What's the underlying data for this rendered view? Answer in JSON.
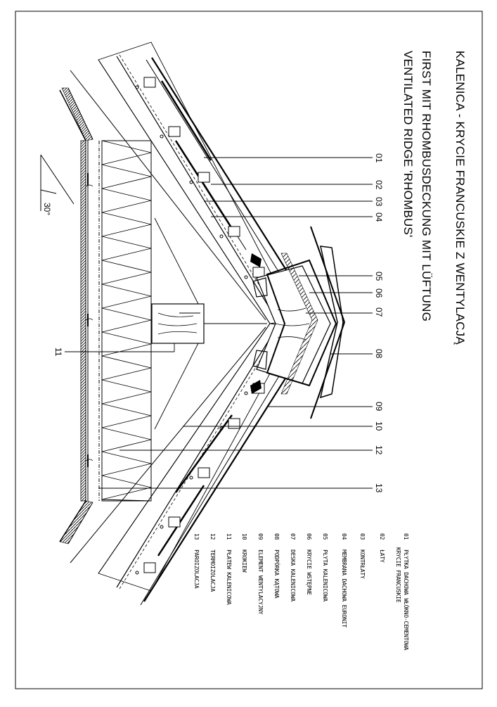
{
  "titles": [
    "KALENICA - KRYCIE FRANCUSKIE  Z WENTYLACJĄ",
    "FIRST MIT RHOMBUSDECKUNG MIT LÜFTUNG",
    "VENTILATED RIDGE 'RHOMBUS'"
  ],
  "angle_label": "30°",
  "callouts": [
    "01",
    "02",
    "03",
    "04",
    "05",
    "06",
    "07",
    "08",
    "09",
    "10",
    "11",
    "12",
    "13"
  ],
  "legend": [
    {
      "num": "01",
      "text": "PŁYTKA DACHOWA WŁÓKNO-CEMENTOWA",
      "text2": "KRYCIE FRANCUSKIE"
    },
    {
      "num": "02",
      "text": "ŁATY"
    },
    {
      "num": "03",
      "text": "KONTRŁATY"
    },
    {
      "num": "04",
      "text": "MEMBRANA DACHOWA EURONIT"
    },
    {
      "num": "05",
      "text": "PŁYTA KALENICOWA"
    },
    {
      "num": "06",
      "text": "KRYCIE WSTĘPNE"
    },
    {
      "num": "07",
      "text": "DESKA KALENICOWA"
    },
    {
      "num": "08",
      "text": "PODPÓRKA KĄTOWA"
    },
    {
      "num": "09",
      "text": "ELEMENT WENTYLACYJNY"
    },
    {
      "num": "10",
      "text": "KROKIEW"
    },
    {
      "num": "11",
      "text": "PŁATEW KALENICOWA"
    },
    {
      "num": "12",
      "text": "TERMOIZOLACJA"
    },
    {
      "num": "13",
      "text": "PAROIZOLACJA"
    }
  ]
}
